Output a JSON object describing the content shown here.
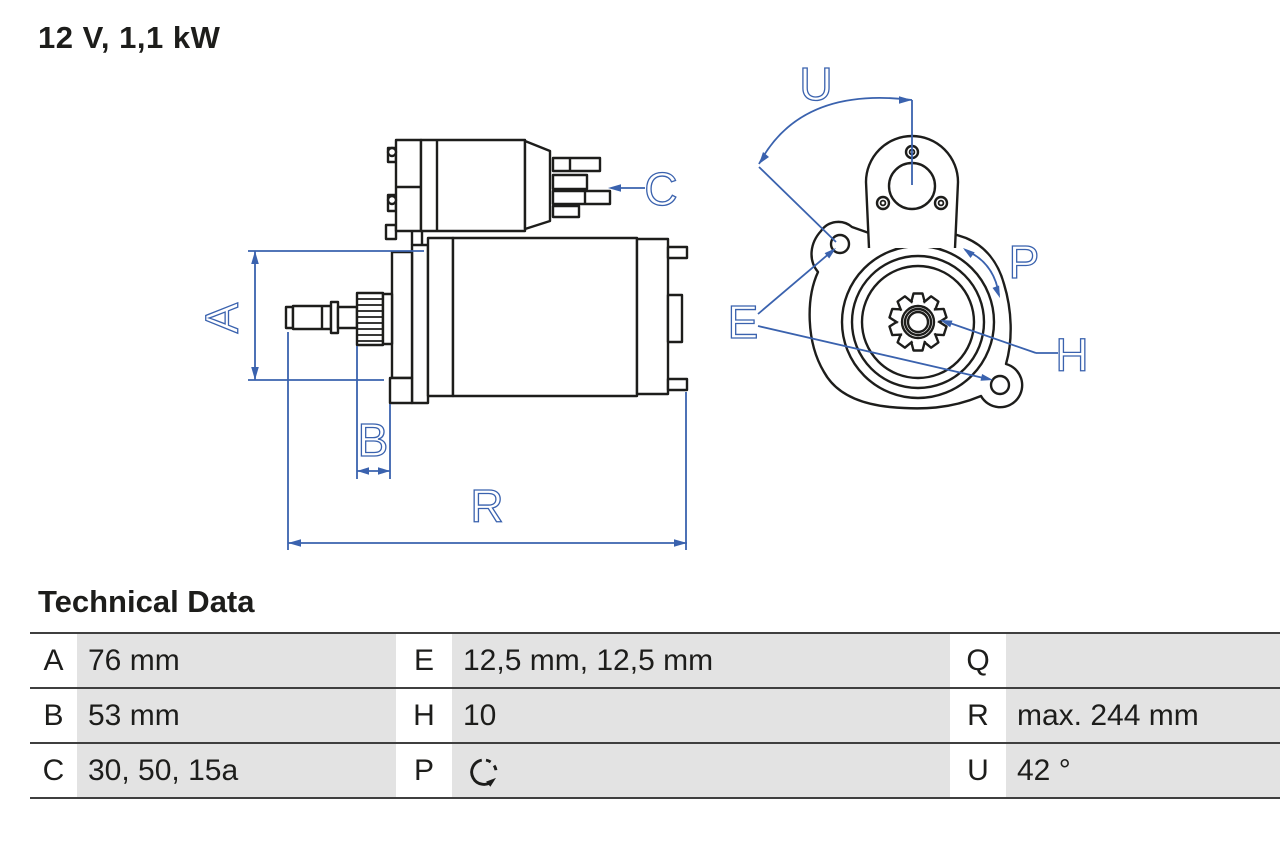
{
  "title": "12 V, 1,1 kW",
  "colors": {
    "accent_blue": "#3A62AE",
    "drawing_line": "#1D1D1B",
    "table_cell_gray": "#E3E3E3",
    "table_rule": "#3F3F3F"
  },
  "diagram": {
    "labels": {
      "a": "A",
      "b": "B",
      "c": "C",
      "r": "R",
      "u": "U",
      "p": "P",
      "e": "E",
      "h": "H"
    }
  },
  "table": {
    "heading": "Technical Data",
    "rows": [
      {
        "k1": "A",
        "v1": "76 mm",
        "k2": "E",
        "v2": "12,5 mm, 12,5 mm",
        "k3": "Q",
        "v3": ""
      },
      {
        "k1": "B",
        "v1": "53 mm",
        "k2": "H",
        "v2": "10",
        "k3": "R",
        "v3": "max. 244 mm"
      },
      {
        "k1": "C",
        "v1": "30, 50, 15a",
        "k2": "P",
        "v2": "",
        "k3": "U",
        "v3": "42 °"
      }
    ],
    "row3_icon": "rotation-direction-icon"
  }
}
